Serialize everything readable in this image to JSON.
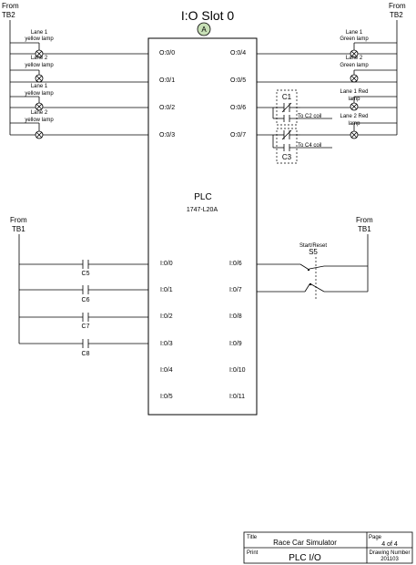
{
  "header": {
    "from_left": "From",
    "tb_left": "TB2",
    "from_right": "From",
    "tb_right": "TB2",
    "slot_title": "I:O Slot 0",
    "slot_marker": "A"
  },
  "plc": {
    "name": "PLC",
    "model": "1747-L20A",
    "outputs_left": [
      "O:0/0",
      "O:0/1",
      "O:0/2",
      "O:0/3"
    ],
    "outputs_right": [
      "O:0/4",
      "O:0/5",
      "O:0/6",
      "O:0/7"
    ],
    "inputs_left": [
      "I:0/0",
      "I:0/1",
      "I:0/2",
      "I:0/3",
      "I:0/4",
      "I:0/5"
    ],
    "inputs_right": [
      "I:0/6",
      "I:0/7",
      "I:0/8",
      "I:0/9",
      "I:0/10",
      "I:0/11"
    ]
  },
  "lamps_left": [
    {
      "line1": "Lane 1",
      "line2": "yellow lamp"
    },
    {
      "line1": "Lane 2",
      "line2": "yellow lamp"
    },
    {
      "line1": "Lane 1",
      "line2": "yellow lamp"
    },
    {
      "line1": "Lane 2",
      "line2": "yellow lamp"
    }
  ],
  "lamps_right": [
    {
      "line1": "Lane 1",
      "line2": "Green lamp"
    },
    {
      "line1": "Lane 2",
      "line2": "Green lamp"
    },
    {
      "line1": "Lane 1 Red",
      "line2": "lamp"
    },
    {
      "line1": "Lane 2 Red",
      "line2": "lamp"
    }
  ],
  "relays": {
    "c1": "C1",
    "c3": "C3",
    "c2_coil": "To C2 coil",
    "c4_coil": "To C4 coil"
  },
  "inputs_side": {
    "from_left": "From",
    "tb_left": "TB1",
    "from_right": "From",
    "tb_right": "TB1",
    "contacts": [
      "C5",
      "C6",
      "C7",
      "C8"
    ],
    "switch_label": "Start/Reset",
    "switch_name": "S5"
  },
  "title_block": {
    "title_label": "Title",
    "title_value": "Race Car Simulator",
    "page_label": "Page",
    "page_value": "4 of 4",
    "print_label": "Print",
    "print_value": "PLC I/O",
    "drawing_label": "Drawing Number",
    "drawing_value": "201103"
  }
}
